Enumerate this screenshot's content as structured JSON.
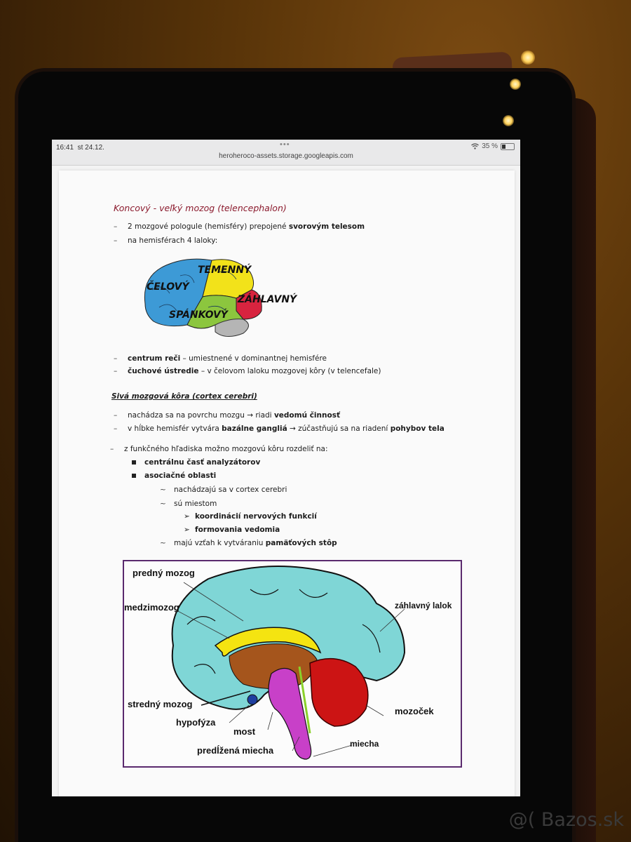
{
  "statusbar": {
    "time": "16:41",
    "date": "st 24.12.",
    "dots": "•••",
    "wifi_icon": "wifi-icon",
    "battery_percent": "35 %",
    "battery_icon": "battery-icon",
    "url": "heroheroco-assets.storage.googleapis.com"
  },
  "document": {
    "heading": "Koncový - veľký mozog (telencephalon)",
    "items_1": [
      {
        "prefix": "–",
        "text": "2 mozgové pologule (hemisféry) prepojené ",
        "bold": "svorovým telesom",
        "after": ""
      },
      {
        "prefix": "–",
        "text": "na hemisférach 4 laloky:",
        "bold": "",
        "after": ""
      }
    ],
    "lobes_figure": {
      "labels": [
        "ČELOVÝ",
        "TEMENNÝ",
        "ZÁHLAVNÝ",
        "SPÁNKOVÝ"
      ],
      "colors": {
        "frontal": "#3d9ad6",
        "parietal": "#f2e21a",
        "occipital": "#d8243f",
        "temporal": "#8cc63e",
        "cerebellum": "#b5b5b5"
      }
    },
    "items_2": [
      {
        "prefix": "–",
        "bold": "centrum reči",
        "text": " – umiestnené v dominantnej hemisfére"
      },
      {
        "prefix": "–",
        "bold": "čuchové ústredie",
        "text": " – v čelovom laloku mozgovej kôry  (v telencefale)"
      }
    ],
    "subheading": "Sivá mozgová kôra (cortex cerebri)",
    "items_3": [
      {
        "prefix": "–",
        "text": "nachádza sa na povrchu mozgu → riadi ",
        "bold": "vedomú činnosť",
        "text2": "",
        "bold2": ""
      },
      {
        "prefix": "–",
        "text": "v hĺbke hemisfér vytvára ",
        "bold": "bazálne gangliá",
        "text2": " → zúčastňujú sa na riadení ",
        "bold2": "pohybov tela"
      }
    ],
    "item_4": {
      "prefix": "–",
      "text": "z funkčného hľadiska možno mozgovú kôru rozdeliť na:"
    },
    "bullets": [
      "centrálnu časť analyzátorov",
      "asociačné oblasti"
    ],
    "sub_items": [
      {
        "prefix": "~",
        "text": "nachádzajú sa v cortex cerebri",
        "bold": ""
      },
      {
        "prefix": "~",
        "text": "sú miestom",
        "bold": ""
      },
      {
        "prefix": "~",
        "text": "majú vzťah k vytváraniu ",
        "bold": "pamäťových stôp"
      }
    ],
    "arrow_items": [
      "koordinácií nervových funkcií",
      "formovania vedomia"
    ],
    "sagittal_figure": {
      "labels": {
        "predny": "predný mozog",
        "medzi": "medzimozog",
        "zahlavny": "záhlavný lalok",
        "stredny": "stredný mozog",
        "hypofyza": "hypofýza",
        "most": "most",
        "predlzena": "predĺžená miecha",
        "miecha": "miecha",
        "mozocek": "mozoček"
      },
      "colors": {
        "cortex": "#7fd6d6",
        "corpus": "#f4e411",
        "diencephalon": "#a5551c",
        "brainstem": "#c840c8",
        "cerebellum": "#cc1414",
        "pituitary": "#1e3fa0",
        "frame": "#5a2a6e"
      }
    }
  },
  "watermark": "@( Bazos.sk"
}
